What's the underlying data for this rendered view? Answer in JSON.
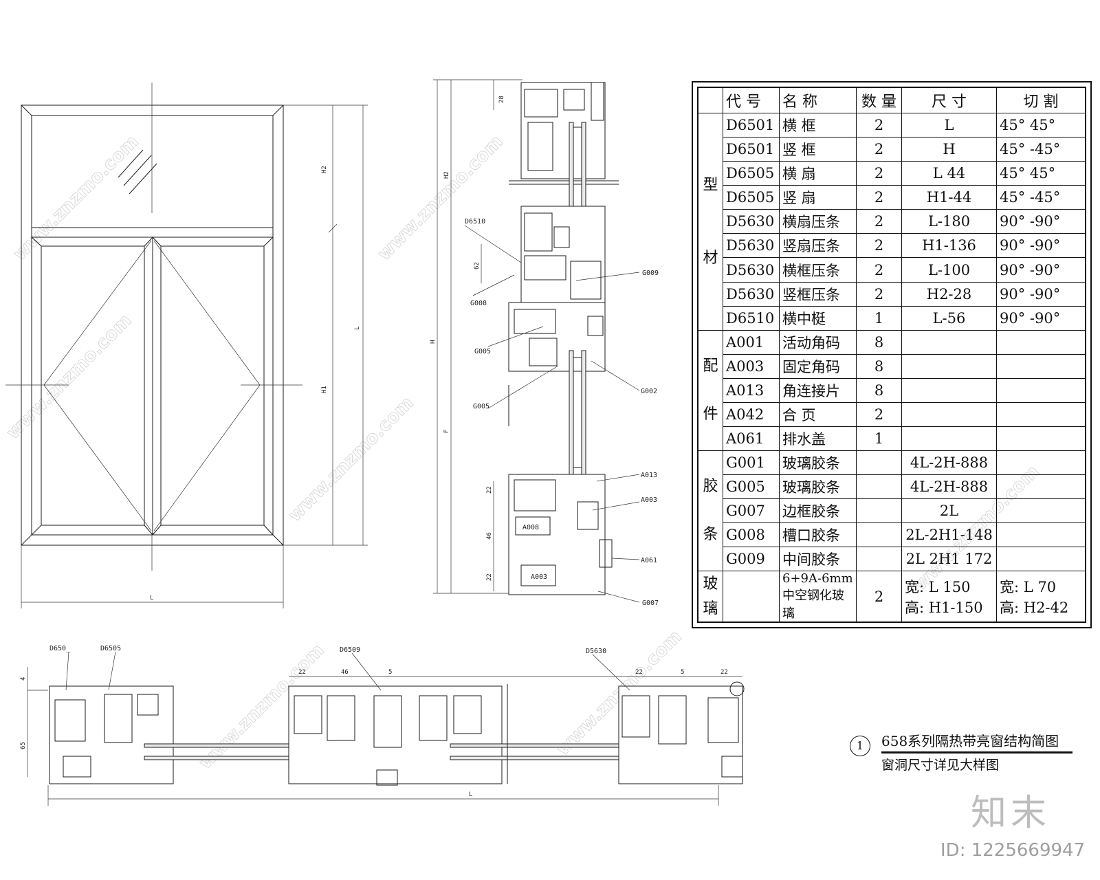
{
  "elevation": {
    "dim_total_height": "L",
    "dim_upper": "H2",
    "dim_lower": "H1",
    "dim_width": "L"
  },
  "vertical_section": {
    "dims": {
      "top": "28",
      "h2": "H2",
      "h": "H",
      "f": "F",
      "mid": "62",
      "a": "22",
      "b": "46",
      "c": "22"
    },
    "callouts": [
      "D6510",
      "G009",
      "G008",
      "G005",
      "G002",
      "G005",
      "A013",
      "A003",
      "A061",
      "G007"
    ],
    "part_labels": [
      "A008",
      "A003"
    ]
  },
  "horizontal_section": {
    "callouts": [
      "D650_",
      "D6505",
      "D6509",
      "D5630"
    ],
    "dims": {
      "left": "4",
      "height": "65",
      "d1": "22",
      "d2": "46",
      "d3": "5",
      "d4": "22",
      "d5": "5",
      "d6": "22",
      "total": "L"
    }
  },
  "table": {
    "headers": [
      "代 号",
      "名    称",
      "数 量",
      "尺    寸",
      "切    割"
    ],
    "groups": [
      {
        "name": "型\n\n\n材",
        "rows": [
          [
            "D6501",
            "横    框",
            "2",
            "L",
            "45° 45°"
          ],
          [
            "D6501",
            "竖    框",
            "2",
            "H",
            "45° -45°"
          ],
          [
            "D6505",
            "横    扇",
            "2",
            "L 44",
            "45° 45°"
          ],
          [
            "D6505",
            "竖    扇",
            "2",
            "H1-44",
            "45° -45°"
          ],
          [
            "D5630",
            "横扇压条",
            "2",
            "L-180",
            "90° -90°"
          ],
          [
            "D5630",
            "竖扇压条",
            "2",
            "H1-136",
            "90° -90°"
          ],
          [
            "D5630",
            "横框压条",
            "2",
            "L-100",
            "90° -90°"
          ],
          [
            "D5630",
            "竖框压条",
            "2",
            "H2-28",
            "90° -90°"
          ],
          [
            "D6510",
            "横中梃",
            "1",
            "L-56",
            "90° -90°"
          ]
        ]
      },
      {
        "name": "配\n\n件",
        "rows": [
          [
            "A001",
            "活动角码",
            "8",
            "",
            ""
          ],
          [
            "A003",
            "固定角码",
            "8",
            "",
            ""
          ],
          [
            "A013",
            "角连接片",
            "8",
            "",
            ""
          ],
          [
            "A042",
            "合    页",
            "2",
            "",
            ""
          ],
          [
            "A061",
            "排水盖",
            "1",
            "",
            ""
          ]
        ]
      },
      {
        "name": "胶\n\n条",
        "rows": [
          [
            "G001",
            "玻璃胶条",
            "",
            "4L-2H-888",
            ""
          ],
          [
            "G005",
            "玻璃胶条",
            "",
            "4L-2H-888",
            ""
          ],
          [
            "G007",
            "边框胶条",
            "",
            "2L",
            ""
          ],
          [
            "G008",
            "槽口胶条",
            "",
            "2L-2H1-148",
            ""
          ],
          [
            "G009",
            "中间胶条",
            "",
            "2L 2H1 172",
            ""
          ]
        ]
      }
    ],
    "glass": {
      "name": "玻\n璃",
      "spec_line1": "6+9A-6mm",
      "spec_line2": "中空钢化玻璃",
      "qty": "2",
      "size1_w": "宽:  L 150",
      "size1_h": "高:  H1-150",
      "size2_w": "宽:  L 70",
      "size2_h": "高:  H2-42"
    }
  },
  "title": {
    "number": "1",
    "line1": "658系列隔热带亮窗结构简图",
    "line2": "窗洞尺寸详见大样图"
  },
  "watermark": {
    "logo": "知末",
    "id": "ID: 1225669947",
    "site": "www.znzmo.com"
  }
}
